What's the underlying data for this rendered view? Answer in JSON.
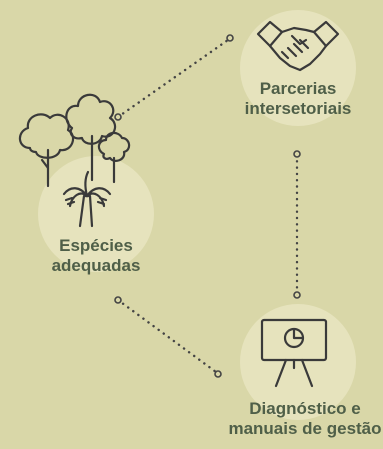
{
  "nodes": {
    "parcerias": {
      "line1": "Parcerias",
      "line2": "intersetoriais",
      "icon": "handshake-icon"
    },
    "especies": {
      "line1": "Espécies",
      "line2": "adequadas",
      "icon": "trees-and-palm-icon"
    },
    "diagnostico": {
      "line1": "Diagnóstico e",
      "line2": "manuais de gestão",
      "icon": "presentation-board-chart-icon"
    }
  },
  "colors": {
    "background": "#d9d7a8",
    "circle": "#e6e3bd",
    "label": "#4f5f48",
    "line": "#3a3a3a"
  }
}
